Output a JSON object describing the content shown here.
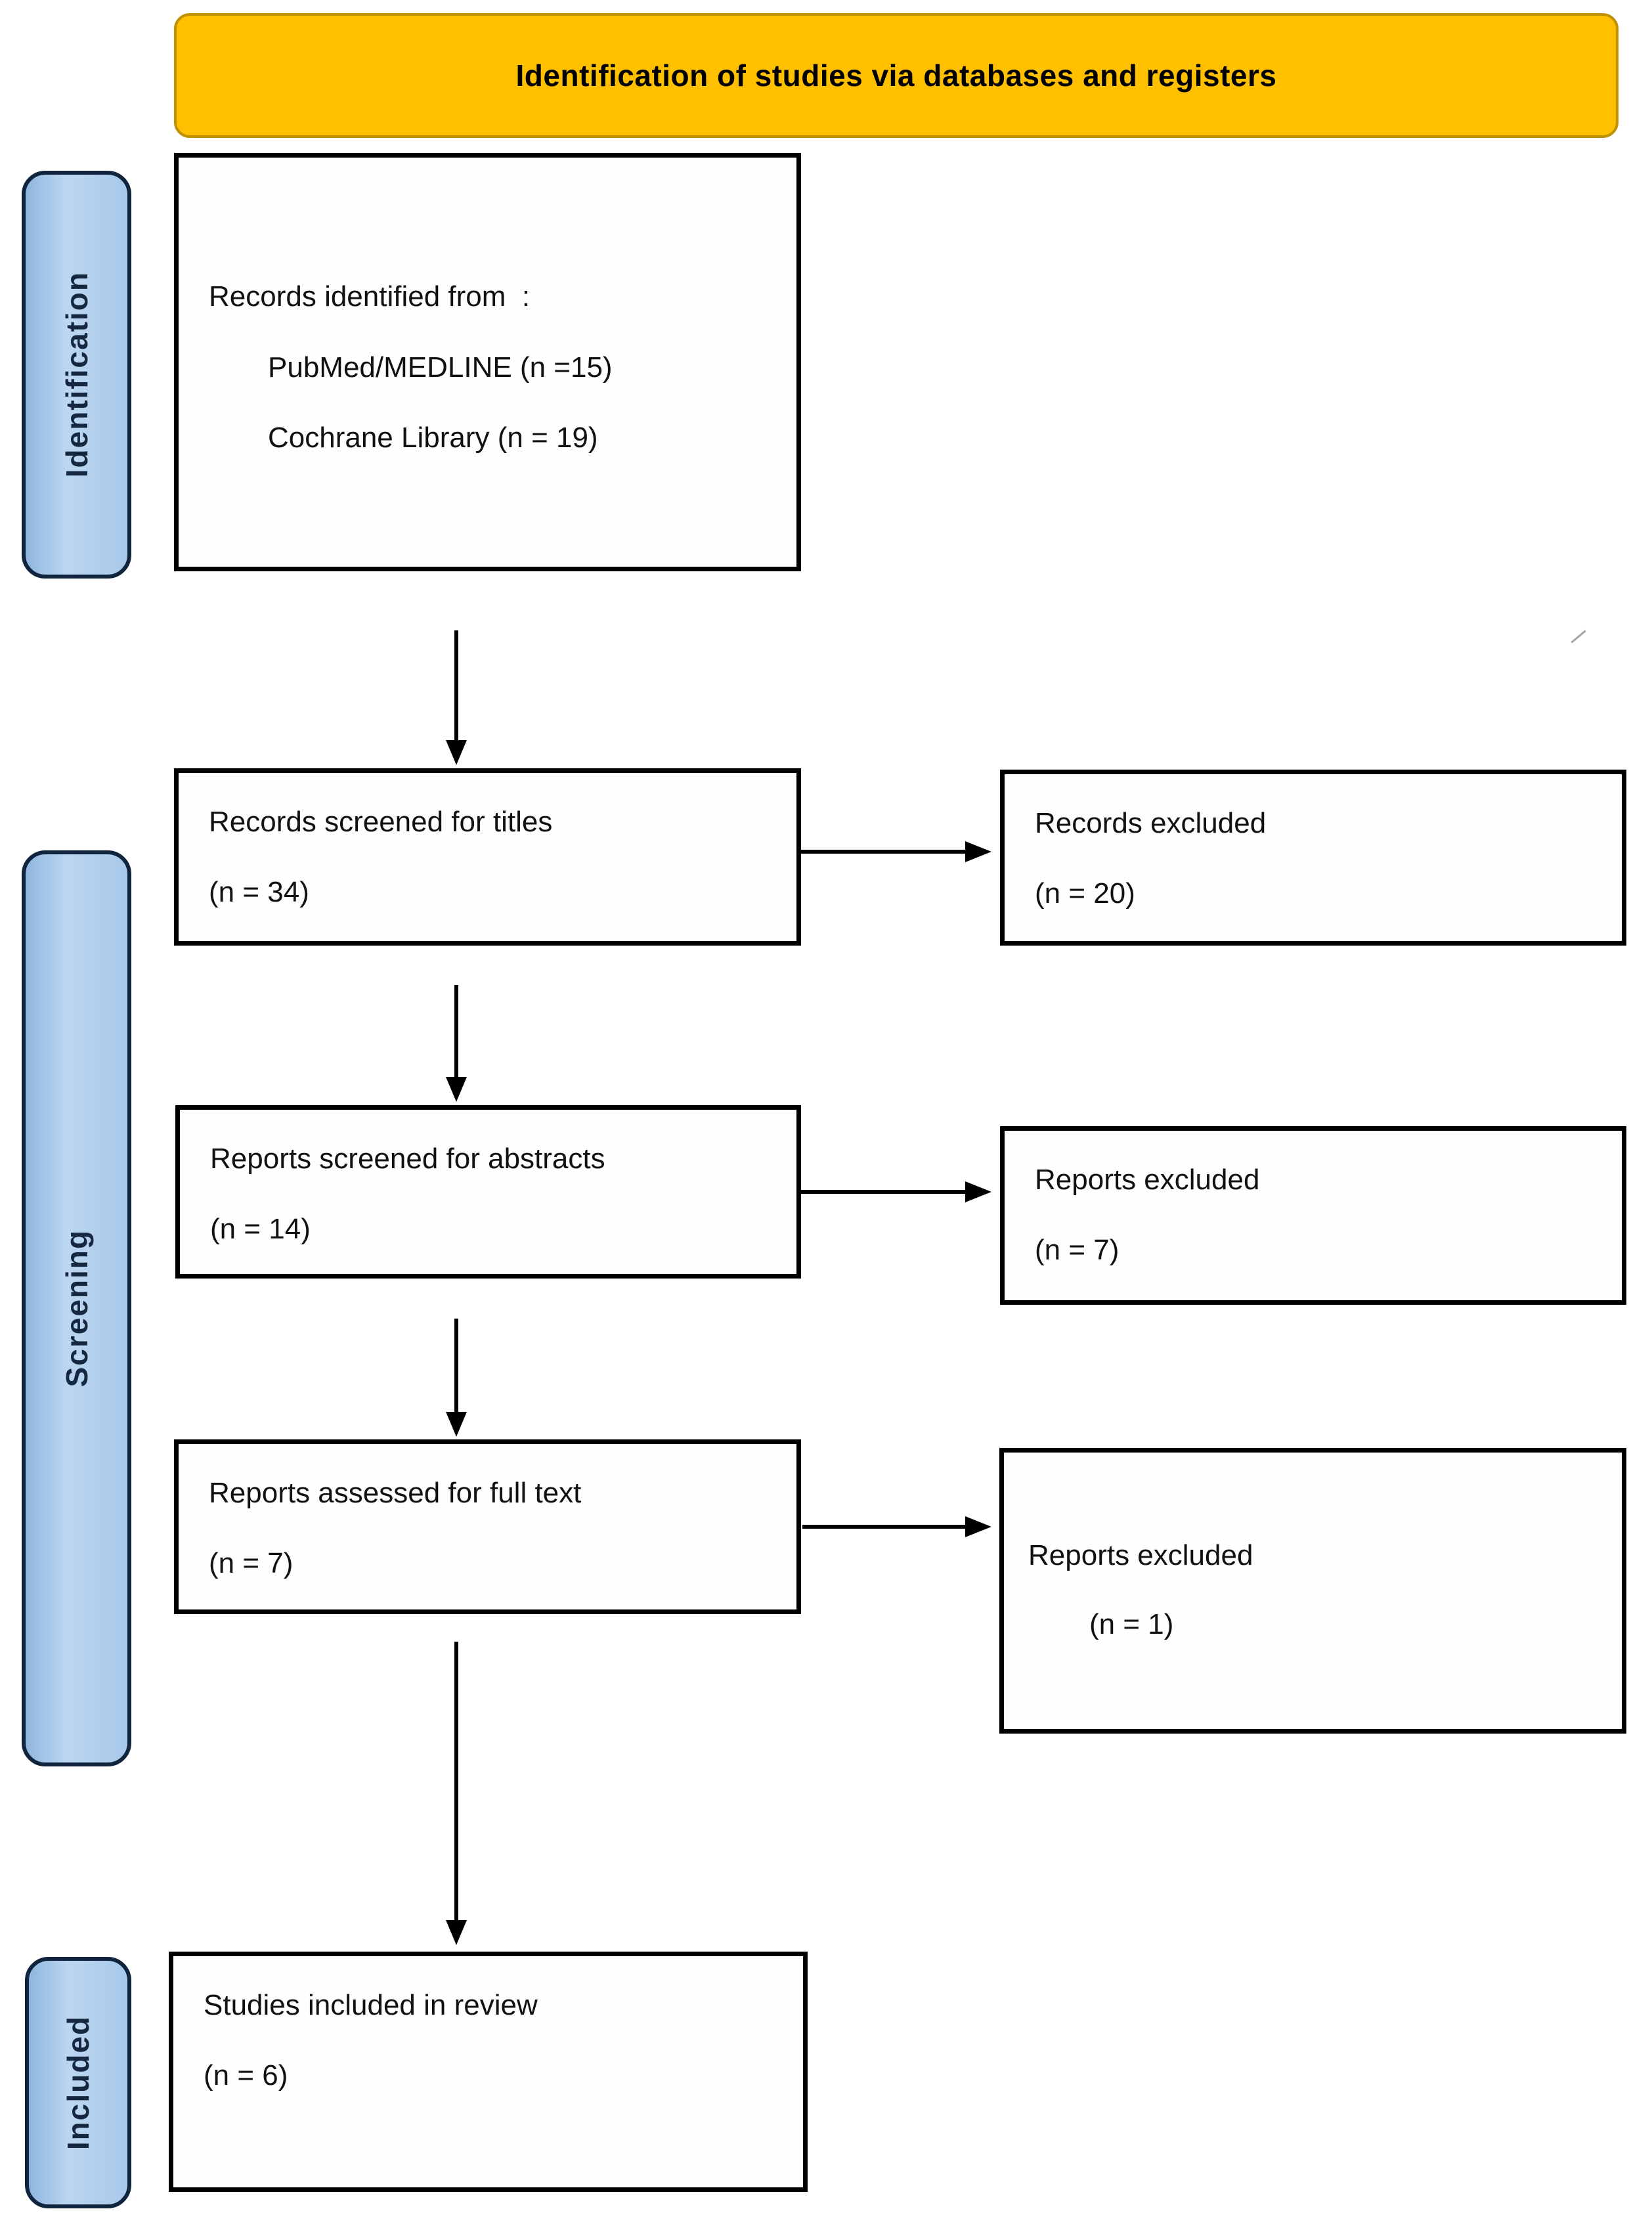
{
  "title_banner": {
    "text": "Identification of studies via databases and registers"
  },
  "stages": {
    "identification": "Identification",
    "screening": "Screening",
    "included": "Included"
  },
  "boxes": {
    "records_identified": {
      "lines": [
        "Records identified from  :",
        "PubMed/MEDLINE (n =15)",
        "Cochrane Library (n = 19)"
      ]
    },
    "records_screened": {
      "lines": [
        "Records screened for titles",
        "(n = 34)"
      ]
    },
    "records_excluded": {
      "lines": [
        "Records excluded",
        "(n = 20)"
      ]
    },
    "reports_screened": {
      "lines": [
        "Reports screened for abstracts",
        "(n = 14)"
      ]
    },
    "reports_excluded_abstracts": {
      "lines": [
        "Reports excluded",
        "(n = 7)"
      ]
    },
    "reports_assessed": {
      "lines": [
        "Reports assessed for full text",
        "(n = 7)"
      ]
    },
    "reports_excluded_fulltext": {
      "lines": [
        "Reports excluded",
        "(n = 1)"
      ]
    },
    "studies_included": {
      "lines": [
        "Studies included in review",
        "(n = 6)"
      ]
    }
  },
  "colors": {
    "banner_fill": "#FFC000",
    "banner_border": "#BF9000",
    "stage_fill": "#A7C9EA",
    "stage_border": "#10243E",
    "box_border": "#000000",
    "arrow": "#000000",
    "text": "#111111"
  }
}
